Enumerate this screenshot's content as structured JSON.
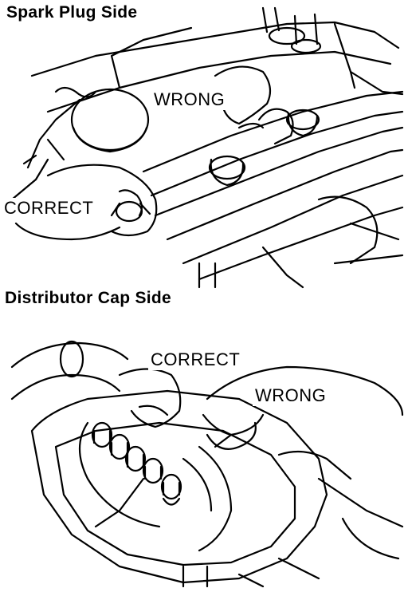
{
  "panels": [
    {
      "heading": "Spark Plug Side",
      "callouts": {
        "wrong": "WRONG",
        "correct": "CORRECT"
      }
    },
    {
      "heading": "Distributor Cap Side",
      "callouts": {
        "correct": "CORRECT",
        "wrong": "WRONG"
      }
    }
  ],
  "colors": {
    "ink": "#000000",
    "paper": "#ffffff"
  }
}
